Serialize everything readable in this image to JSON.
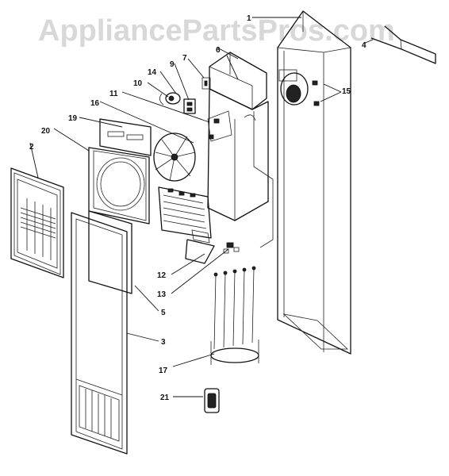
{
  "watermark": "AppliancePartsPros.com",
  "callouts": [
    {
      "id": "c1",
      "text": "1"
    },
    {
      "id": "c2",
      "text": "2"
    },
    {
      "id": "c3",
      "text": "3"
    },
    {
      "id": "c4",
      "text": "4"
    },
    {
      "id": "c5",
      "text": "5"
    },
    {
      "id": "c6",
      "text": "6"
    },
    {
      "id": "c7",
      "text": "7"
    },
    {
      "id": "c9",
      "text": "9"
    },
    {
      "id": "c10",
      "text": "10"
    },
    {
      "id": "c11",
      "text": "11"
    },
    {
      "id": "c12",
      "text": "12"
    },
    {
      "id": "c13",
      "text": "13"
    },
    {
      "id": "c14",
      "text": "14"
    },
    {
      "id": "c15",
      "text": "15"
    },
    {
      "id": "c16",
      "text": "16"
    },
    {
      "id": "c17",
      "text": "17"
    },
    {
      "id": "c19",
      "text": "19"
    },
    {
      "id": "c20",
      "text": "20"
    },
    {
      "id": "c21",
      "text": "21"
    }
  ]
}
